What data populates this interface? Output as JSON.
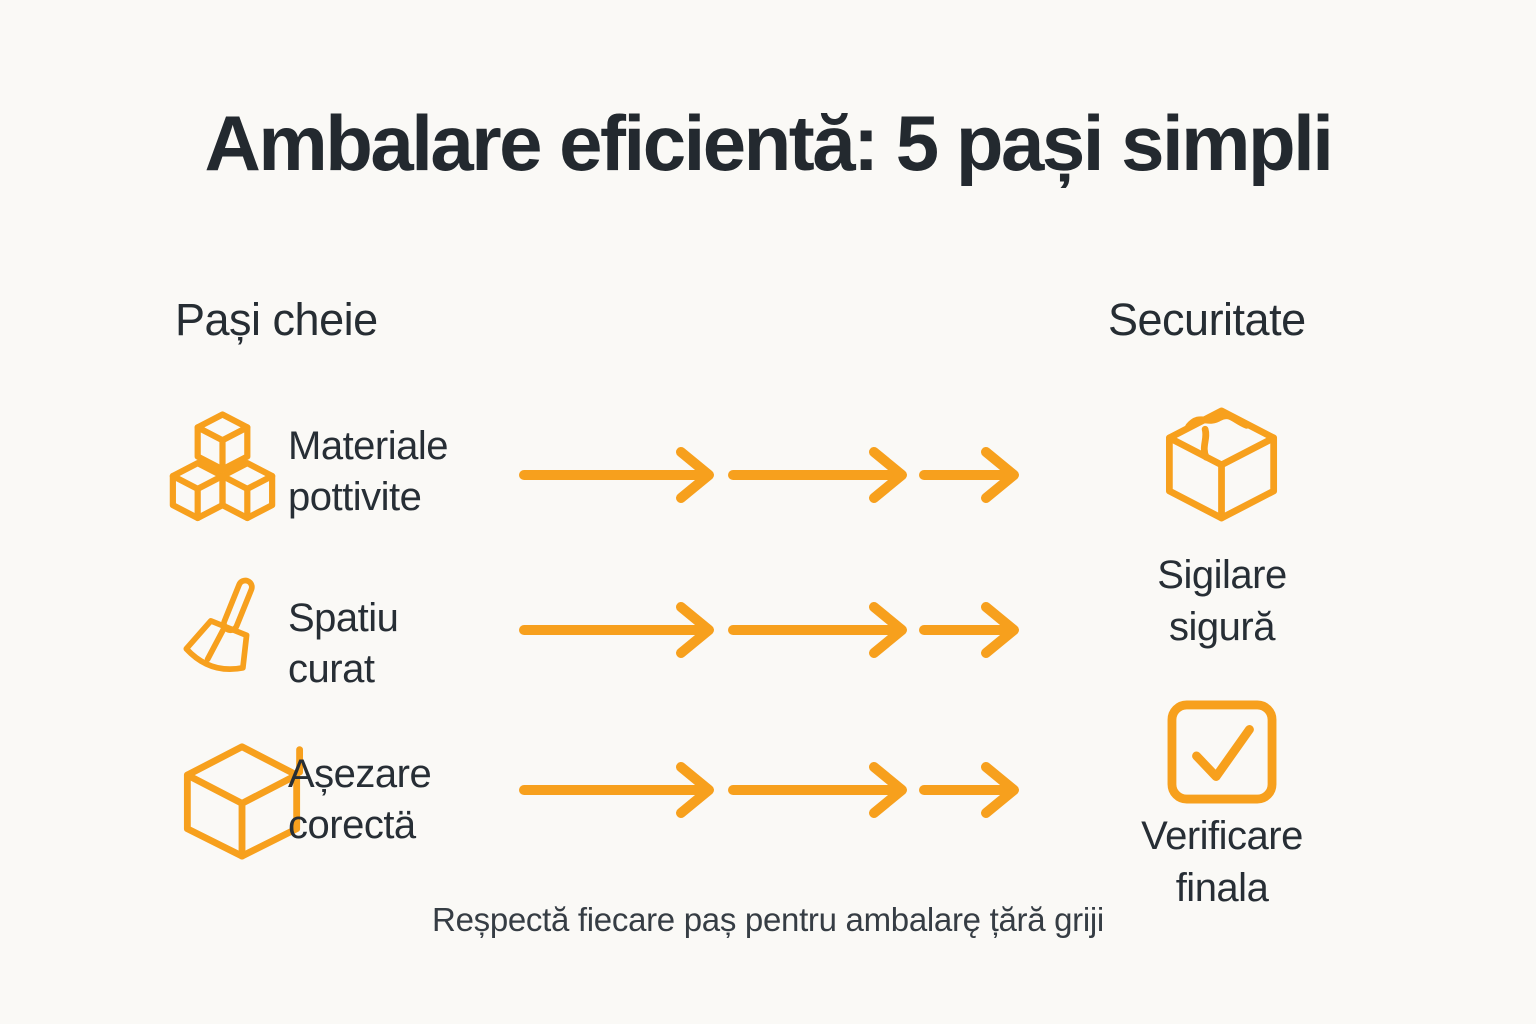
{
  "page": {
    "background_color": "#FAF9F6",
    "accent_color": "#F7A01D",
    "text_color": "#23292F",
    "title": "Ambalare eficientă: 5 pași simpli",
    "caption": "Reșpectă fiecare paș pentru ambalarę țără griji"
  },
  "columns": {
    "left_header": "Pași cheie",
    "right_header": "Securitate"
  },
  "steps": [
    {
      "icon": "stacked-cubes-icon",
      "label_line1": "Materiale",
      "label_line2": "pottivite"
    },
    {
      "icon": "brush-icon",
      "label_line1": "Spatiu",
      "label_line2": "curat"
    },
    {
      "icon": "open-box-icon",
      "label_line1": "Așezare",
      "label_line2": "corectä"
    }
  ],
  "arrows": {
    "icon": "right-arrow-icon",
    "per_row": 3,
    "color": "#F7A01D"
  },
  "security": [
    {
      "icon": "sealed-box-icon",
      "label_line1": "Sigilare",
      "label_line2": "sigură"
    },
    {
      "icon": "checkbox-icon",
      "label_line1": "Verificare",
      "label_line2": "finala"
    }
  ]
}
